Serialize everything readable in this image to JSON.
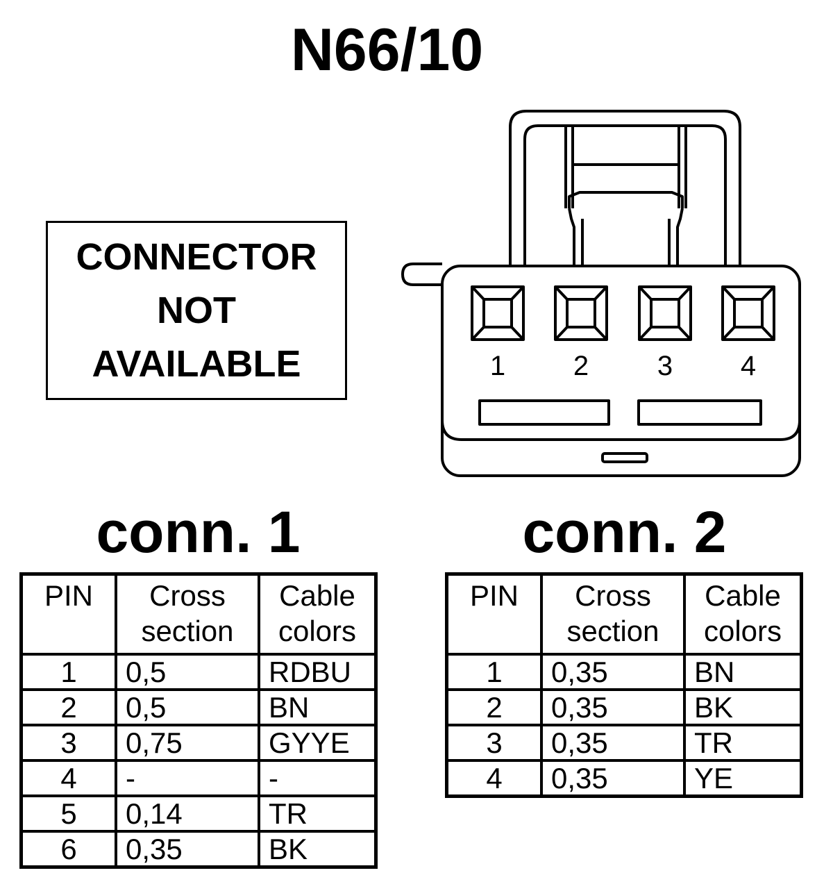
{
  "title": "N66/10",
  "notice": {
    "lines": [
      "CONNECTOR",
      "NOT",
      "AVAILABLE"
    ]
  },
  "connector_drawing": {
    "pin_labels": [
      "1",
      "2",
      "3",
      "4"
    ]
  },
  "connectors": [
    {
      "title": "conn. 1",
      "headers": {
        "pin": "PIN",
        "cross": [
          "Cross",
          "section"
        ],
        "color": [
          "Cable",
          "colors"
        ]
      },
      "rows": [
        {
          "pin": "1",
          "cross": "0,5",
          "color": "RDBU"
        },
        {
          "pin": "2",
          "cross": "0,5",
          "color": "BN"
        },
        {
          "pin": "3",
          "cross": "0,75",
          "color": "GYYE"
        },
        {
          "pin": "4",
          "cross": "-",
          "color": "-"
        },
        {
          "pin": "5",
          "cross": "0,14",
          "color": "TR"
        },
        {
          "pin": "6",
          "cross": "0,35",
          "color": "BK"
        }
      ]
    },
    {
      "title": "conn. 2",
      "headers": {
        "pin": "PIN",
        "cross": [
          "Cross",
          "section"
        ],
        "color": [
          "Cable",
          "colors"
        ]
      },
      "rows": [
        {
          "pin": "1",
          "cross": "0,35",
          "color": "BN"
        },
        {
          "pin": "2",
          "cross": "0,35",
          "color": "BK"
        },
        {
          "pin": "3",
          "cross": "0,35",
          "color": "TR"
        },
        {
          "pin": "4",
          "cross": "0,35",
          "color": "YE"
        }
      ]
    }
  ]
}
